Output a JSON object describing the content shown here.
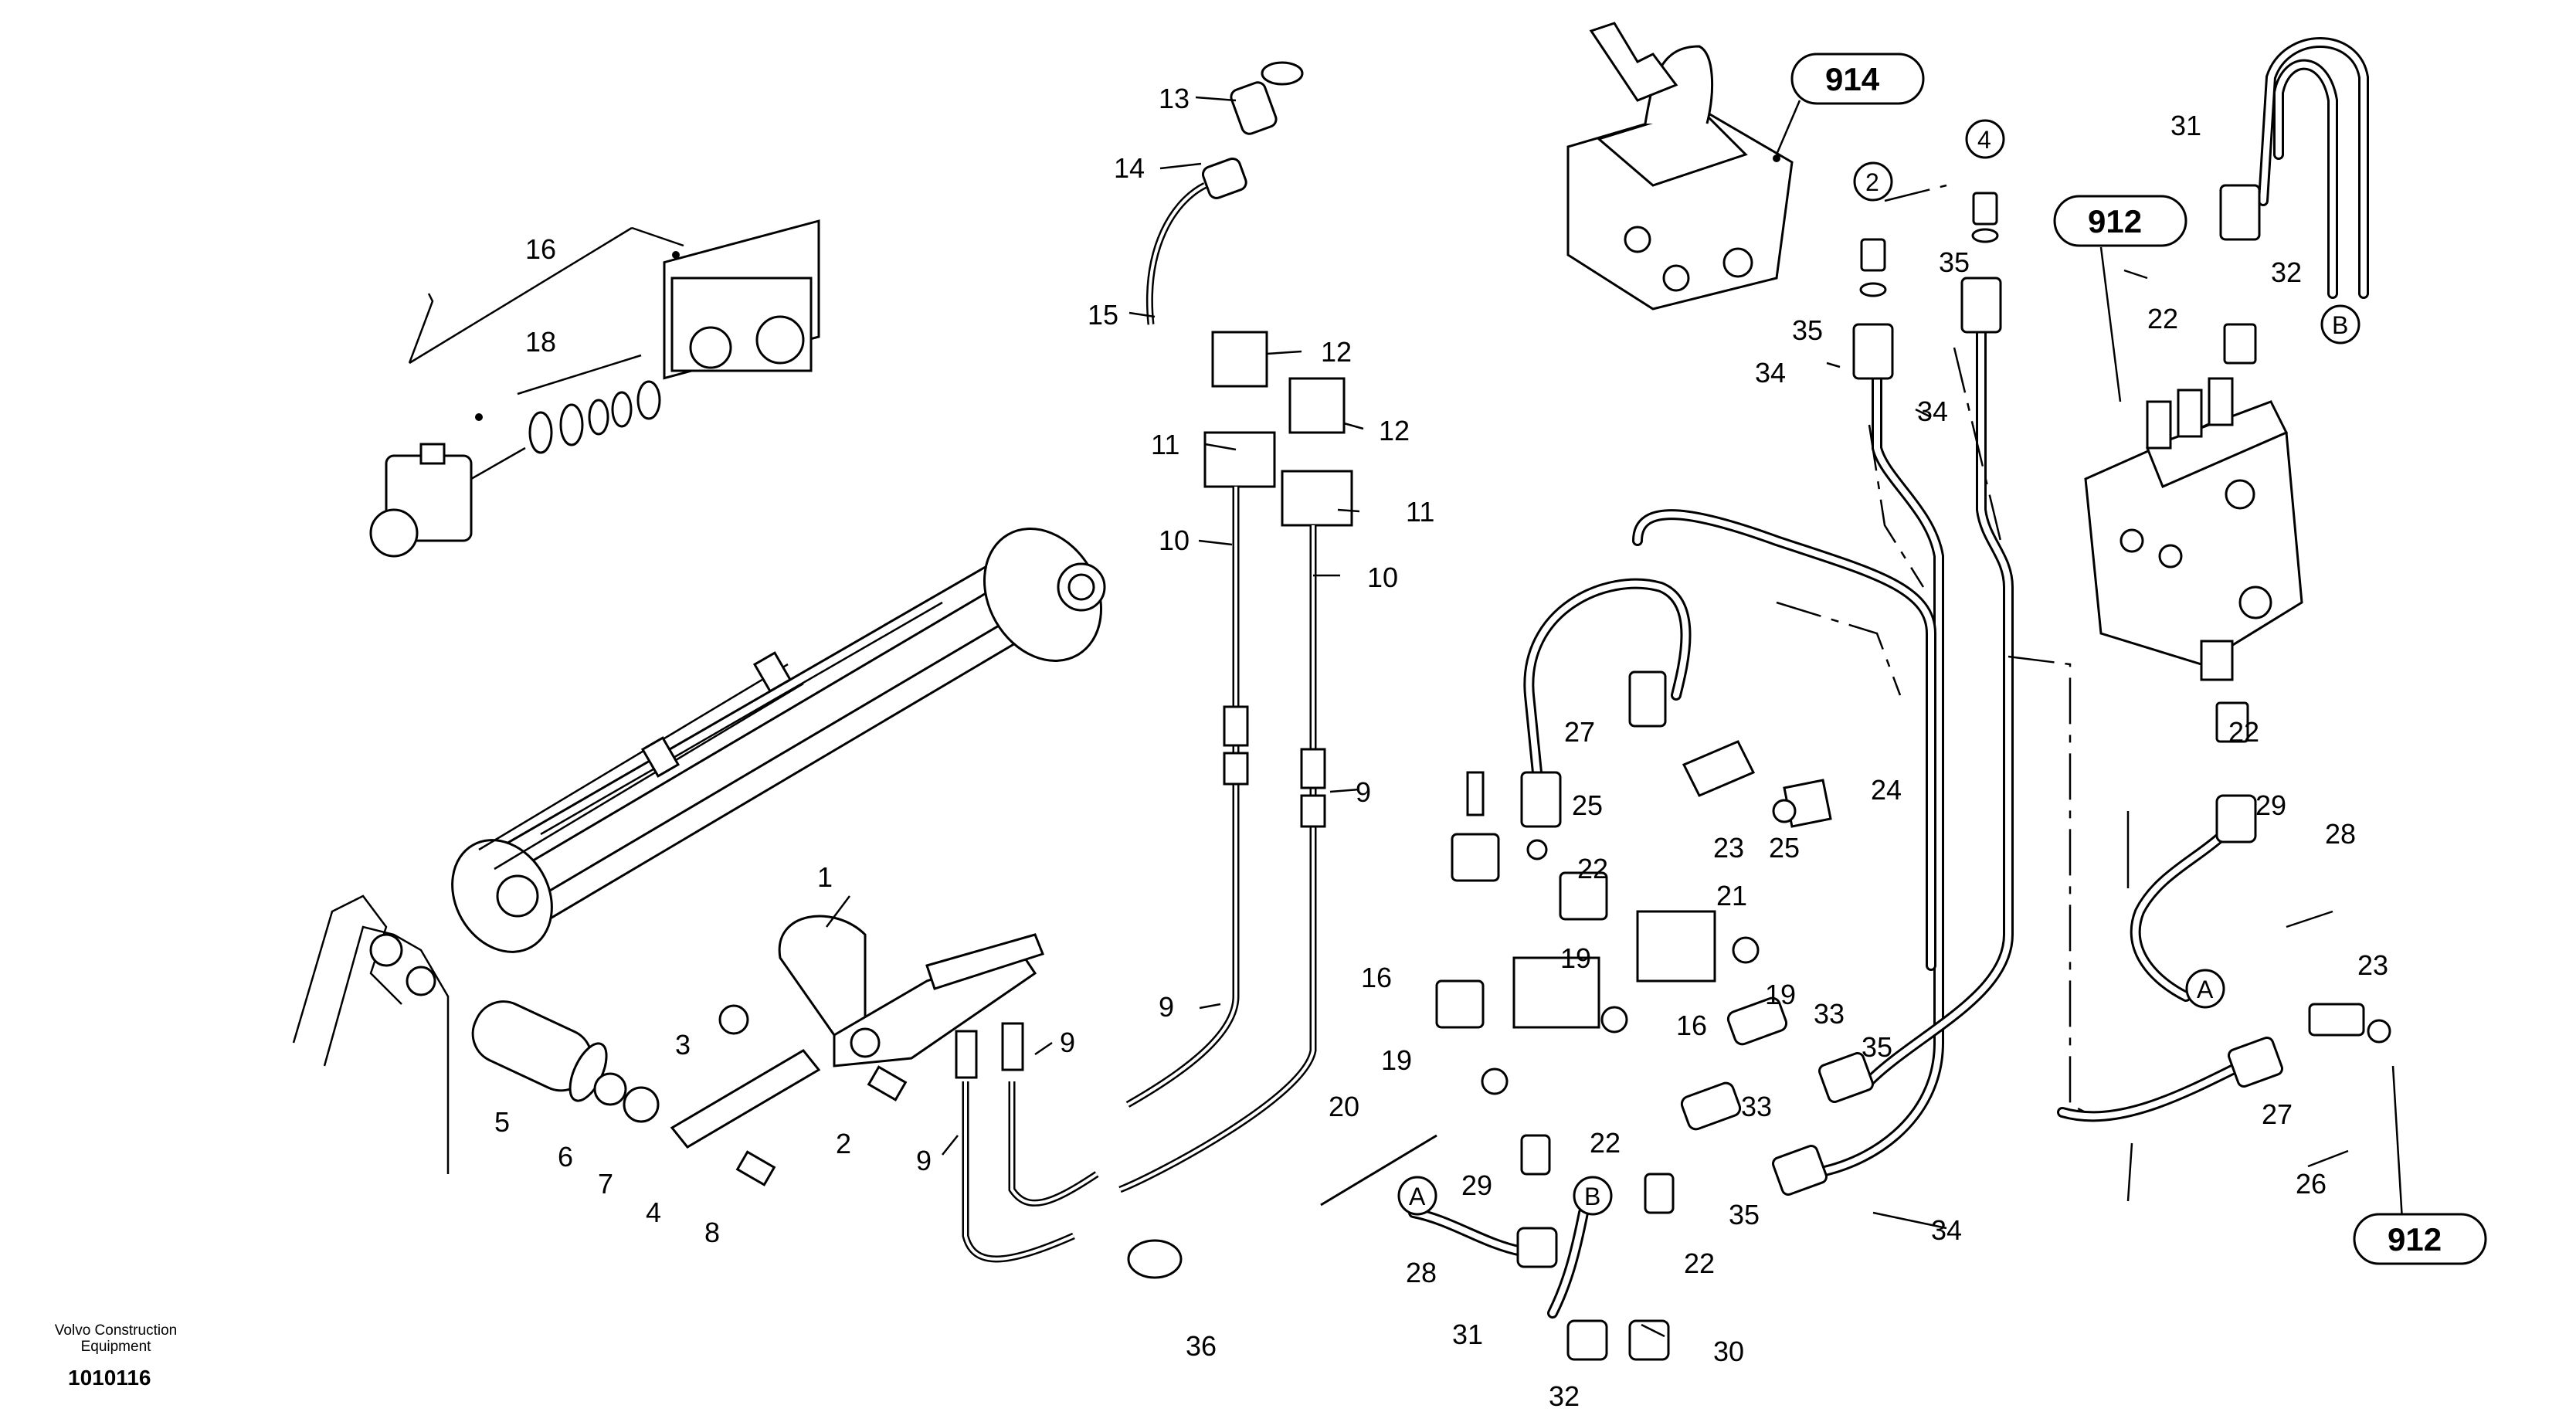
{
  "diagram": {
    "callouts": {
      "c1": "1",
      "c2": "2",
      "c3": "3",
      "c4": "4",
      "c5": "5",
      "c6": "6",
      "c7": "7",
      "c8": "8",
      "c9a": "9",
      "c9b": "9",
      "c9c": "9",
      "c9d": "9",
      "c10a": "10",
      "c10b": "10",
      "c11a": "11",
      "c11b": "11",
      "c12a": "12",
      "c12b": "12",
      "c13": "13",
      "c14": "14",
      "c15": "15",
      "c16a": "16",
      "c16b": "16",
      "c16c": "16",
      "c18": "18",
      "c19a": "19",
      "c19b": "19",
      "c19c": "19",
      "c20": "20",
      "c21": "21",
      "c22a": "22",
      "c22b": "22",
      "c22c": "22",
      "c22d": "22",
      "c22e": "22",
      "c23a": "23",
      "c23b": "23",
      "c24": "24",
      "c25a": "25",
      "c25b": "25",
      "c26": "26",
      "c27a": "27",
      "c27b": "27",
      "c28a": "28",
      "c28b": "28",
      "c29a": "29",
      "c29b": "29",
      "c30": "30",
      "c31a": "31",
      "c31b": "31",
      "c32a": "32",
      "c32b": "32",
      "c33a": "33",
      "c33b": "33",
      "c34a": "34",
      "c34b": "34",
      "c34c": "34",
      "c35a": "35",
      "c35b": "35",
      "c35c": "35",
      "c35d": "35",
      "c36": "36"
    },
    "circled_refs": {
      "r2": "2",
      "r4": "4"
    },
    "connectors": {
      "A1": "A",
      "A2": "A",
      "B1": "B",
      "B2": "B"
    },
    "assembly_refs": {
      "g914": "914",
      "g912a": "912",
      "g912b": "912"
    }
  },
  "footer": {
    "maker": "Volvo Construction Equipment",
    "drawing_number": "1010116"
  }
}
